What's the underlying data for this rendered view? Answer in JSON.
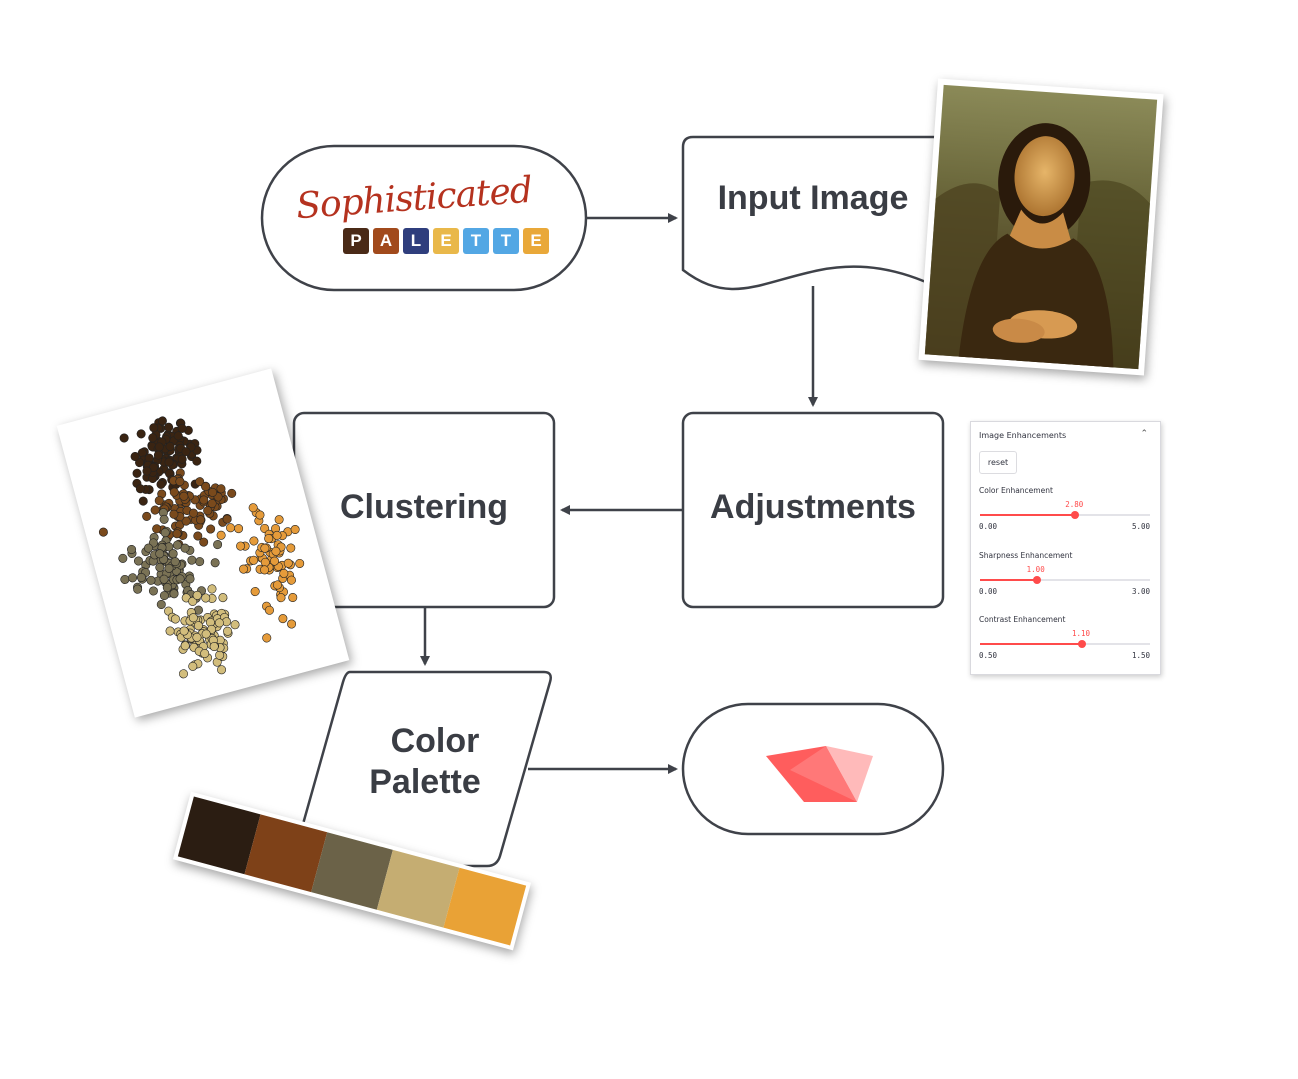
{
  "nodes": {
    "input_image": "Input Image",
    "adjustments": "Adjustments",
    "clustering": "Clustering",
    "color_palette_line1": "Color",
    "color_palette_line2": "Palette"
  },
  "logo": {
    "script": "Sophisticated",
    "tiles": [
      {
        "letter": "P",
        "color": "#4a2a17"
      },
      {
        "letter": "A",
        "color": "#a14a1c"
      },
      {
        "letter": "L",
        "color": "#2f3e7d"
      },
      {
        "letter": "E",
        "color": "#e9b84a"
      },
      {
        "letter": "T",
        "color": "#53a7e4"
      },
      {
        "letter": "T",
        "color": "#53a7e4"
      },
      {
        "letter": "E",
        "color": "#e9a839"
      }
    ]
  },
  "enhancements": {
    "title": "Image Enhancements",
    "reset_label": "reset",
    "sliders": [
      {
        "label": "Color Enhancement",
        "value_text": "2.80",
        "value": 2.8,
        "min": 0,
        "max": 5,
        "min_text": "0.00",
        "max_text": "5.00"
      },
      {
        "label": "Sharpness Enhancement",
        "value_text": "1.00",
        "value": 1.0,
        "min": 0,
        "max": 3,
        "min_text": "0.00",
        "max_text": "3.00"
      },
      {
        "label": "Contrast Enhancement",
        "value_text": "1.10",
        "value": 1.1,
        "min": 0.5,
        "max": 1.5,
        "min_text": "0.50",
        "max_text": "1.50"
      }
    ]
  },
  "palette_colors": [
    "#2b1d12",
    "#7e4118",
    "#6b6248",
    "#c5ad72",
    "#e9a236"
  ],
  "colors": {
    "stroke": "#3f4249",
    "streamlit_red": "#ff4b4b"
  }
}
